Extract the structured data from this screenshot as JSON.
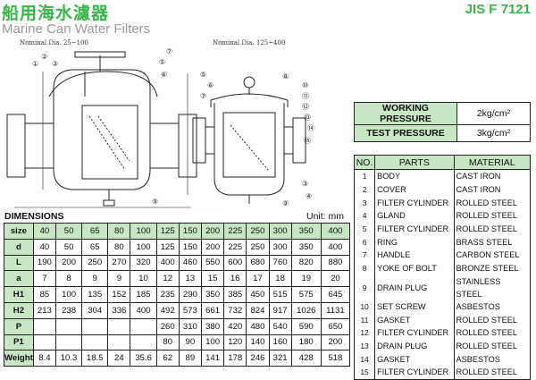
{
  "header": {
    "title_cn": "船用海水濾器",
    "title_en": "Marine Can Water Filters",
    "standard": "JIS F 7121"
  },
  "drawings": {
    "left_caption": "Nominal Dia. 25~100",
    "right_caption": "Nominal Dia. 125~400",
    "left_callouts": [
      "①",
      "②",
      "③",
      "⑤",
      "⑥",
      "⑦",
      "⑨"
    ],
    "right_callouts": [
      "⑤",
      "⑥",
      "⑦",
      "⑧",
      "⑩",
      "⑪",
      "⑫",
      "⑬",
      "⑭",
      "⑮",
      "③",
      "④",
      "⑨"
    ]
  },
  "pressure": [
    {
      "label": "WORKING PRESSURE",
      "value": "2kg/cm²"
    },
    {
      "label": "TEST PRESSURE",
      "value": "3kg/cm²"
    }
  ],
  "parts": {
    "headers": [
      "NO.",
      "PARTS",
      "MATERIAL"
    ],
    "rows": [
      {
        "no": "1",
        "part": "BODY",
        "material": "CAST IRON"
      },
      {
        "no": "2",
        "part": "COVER",
        "material": "CAST IRON"
      },
      {
        "no": "3",
        "part": "FILTER CYLINDER",
        "material": "ROLLED STEEL"
      },
      {
        "no": "4",
        "part": "GLAND",
        "material": "ROLLED STEEL"
      },
      {
        "no": "5",
        "part": "FILTER CYLINDER",
        "material": "ROLLED STEEL"
      },
      {
        "no": "6",
        "part": "RING",
        "material": "BRASS STEEL"
      },
      {
        "no": "7",
        "part": "HANDLE",
        "material": "CARBON STEEL"
      },
      {
        "no": "8",
        "part": "YOKE OF BOLT",
        "material": "BRONZE STEEL"
      },
      {
        "no": "9",
        "part": "DRAIN PLUG",
        "material": "STAINLESS STEEL"
      },
      {
        "no": "10",
        "part": "SET SCREW",
        "material": "ASBESTOS"
      },
      {
        "no": "11",
        "part": "GASKET",
        "material": "ROLLED STEEL"
      },
      {
        "no": "12",
        "part": "FILTER CYLINDER",
        "material": "ROLLED STEEL"
      },
      {
        "no": "13",
        "part": "DRAIN PLUG",
        "material": "ROLLED STEEL"
      },
      {
        "no": "14",
        "part": "GASKET",
        "material": "ASBESTOS"
      },
      {
        "no": "15",
        "part": "FILTER CYLINDER",
        "material": "ROLLED STEEL"
      }
    ]
  },
  "dimensions": {
    "label": "DIMENSIONS",
    "unit": "Unit: mm",
    "header_row": {
      "label": "size",
      "values": [
        "40",
        "50",
        "65",
        "80",
        "100",
        "125",
        "150",
        "200",
        "225",
        "250",
        "300",
        "350",
        "400"
      ]
    },
    "rows": [
      {
        "label": "d",
        "values": [
          "40",
          "50",
          "65",
          "80",
          "100",
          "125",
          "150",
          "200",
          "225",
          "250",
          "300",
          "350",
          "400"
        ]
      },
      {
        "label": "L",
        "values": [
          "190",
          "200",
          "250",
          "270",
          "320",
          "400",
          "460",
          "550",
          "600",
          "680",
          "760",
          "820",
          "880"
        ]
      },
      {
        "label": "a",
        "values": [
          "7",
          "8",
          "9",
          "9",
          "10",
          "12",
          "13",
          "15",
          "16",
          "17",
          "18",
          "19",
          "20"
        ]
      },
      {
        "label": "H1",
        "values": [
          "85",
          "100",
          "135",
          "152",
          "185",
          "235",
          "290",
          "350",
          "385",
          "450",
          "515",
          "575",
          "645"
        ]
      },
      {
        "label": "H2",
        "values": [
          "213",
          "238",
          "304",
          "336",
          "400",
          "492",
          "573",
          "661",
          "732",
          "824",
          "917",
          "1026",
          "1131"
        ]
      },
      {
        "label": "P",
        "values": [
          "",
          "",
          "",
          "",
          "",
          "260",
          "310",
          "380",
          "420",
          "480",
          "540",
          "590",
          "650"
        ]
      },
      {
        "label": "P1",
        "values": [
          "",
          "",
          "",
          "",
          "",
          "80",
          "90",
          "100",
          "120",
          "140",
          "160",
          "180",
          "200"
        ]
      },
      {
        "label": "Weight",
        "values": [
          "8.4",
          "10.3",
          "18.5",
          "24",
          "35.6",
          "62",
          "89",
          "141",
          "178",
          "246",
          "321",
          "428",
          "518"
        ]
      }
    ]
  }
}
